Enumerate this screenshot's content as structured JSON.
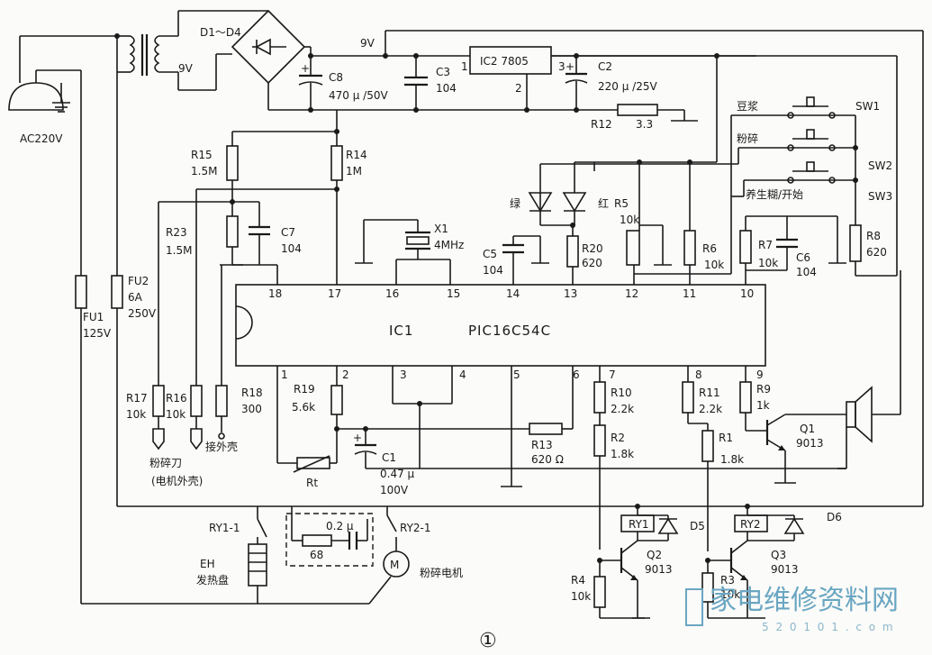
{
  "figure_number": "①",
  "power": {
    "ac_input": "AC220V",
    "transformer_secondary": "9V",
    "bridge": "D1～D4",
    "rail_label": "9V",
    "fu1": [
      "FU1",
      "125V"
    ],
    "fu2": [
      "FU2",
      "6A",
      "250V"
    ]
  },
  "components": {
    "c8": [
      "C8",
      "470 μ /50V"
    ],
    "c3": [
      "C3",
      "104"
    ],
    "ic2": "IC2 7805",
    "ic2_pin1": "1",
    "ic2_pin2": "2",
    "ic2_pin3": "3",
    "c2": [
      "C2",
      "220 μ /25V"
    ],
    "r12": [
      "R12",
      "3.3"
    ],
    "r15": [
      "R15",
      "1.5M"
    ],
    "r14": [
      "R14",
      "1M"
    ],
    "r23": [
      "R23",
      "1.5M"
    ],
    "c7": [
      "C7",
      "104"
    ],
    "x1": [
      "X1",
      "4MHz"
    ],
    "c5": [
      "C5",
      "104"
    ],
    "led_green": "绿",
    "led_red": "红",
    "r5": [
      "R5",
      "10k"
    ],
    "r20": [
      "R20",
      "620"
    ],
    "r6": [
      "R6",
      "10k"
    ],
    "r7": [
      "R7",
      "10k"
    ],
    "c6": [
      "C6",
      "104"
    ],
    "r8": [
      "R8",
      "620"
    ],
    "r17": [
      "R17",
      "10k"
    ],
    "r16": [
      "R16",
      "10k"
    ],
    "r18": [
      "R18",
      "300"
    ],
    "r19": [
      "R19",
      "5.6k"
    ],
    "c1": [
      "C1",
      "0.47 μ",
      "100V"
    ],
    "r13": [
      "R13",
      "620 Ω"
    ],
    "r10": [
      "R10",
      "2.2k"
    ],
    "r2": [
      "R2",
      "1.8k"
    ],
    "r11": [
      "R11",
      "2.2k"
    ],
    "r1": [
      "R1",
      "1.8k"
    ],
    "r9": [
      "R9",
      "1k"
    ],
    "q1": [
      "Q1",
      "9013"
    ],
    "rt": "Rt",
    "ry1": "RY1",
    "d5": "D5",
    "ry2": "RY2",
    "d6": "D6",
    "q2": [
      "Q2",
      "9013"
    ],
    "q3": [
      "Q3",
      "9013"
    ],
    "r4": [
      "R4",
      "10k"
    ],
    "r3": [
      "R3",
      "10k"
    ],
    "snubber_cap": "0.2 μ",
    "snubber_res": "68",
    "ry1_1": "RY1-1",
    "ry2_1": "RY2-1",
    "eh": [
      "EH",
      "发热盘"
    ],
    "motor_label": "粉碎电机",
    "motor_symbol": "M"
  },
  "switches": {
    "doujiang": "豆浆",
    "fensui": "粉碎",
    "yangsheng": "养生糊/开始",
    "sw1": "SW1",
    "sw2": "SW2",
    "sw3": "SW3"
  },
  "probes": {
    "blade": "粉碎刀",
    "motor_case": "(电机外壳)",
    "case": "接外壳"
  },
  "ic1": {
    "name": "IC1",
    "part": "PIC16C54C",
    "top_pins": [
      "18",
      "17",
      "16",
      "15",
      "14",
      "13",
      "12",
      "11",
      "10"
    ],
    "bottom_pins": [
      "1",
      "2",
      "3",
      "4",
      "5",
      "6",
      "7",
      "8",
      "9"
    ]
  },
  "watermark": {
    "logo": "家电维修资料网",
    "url": "5 2 0 1 0 1 . c o m"
  }
}
